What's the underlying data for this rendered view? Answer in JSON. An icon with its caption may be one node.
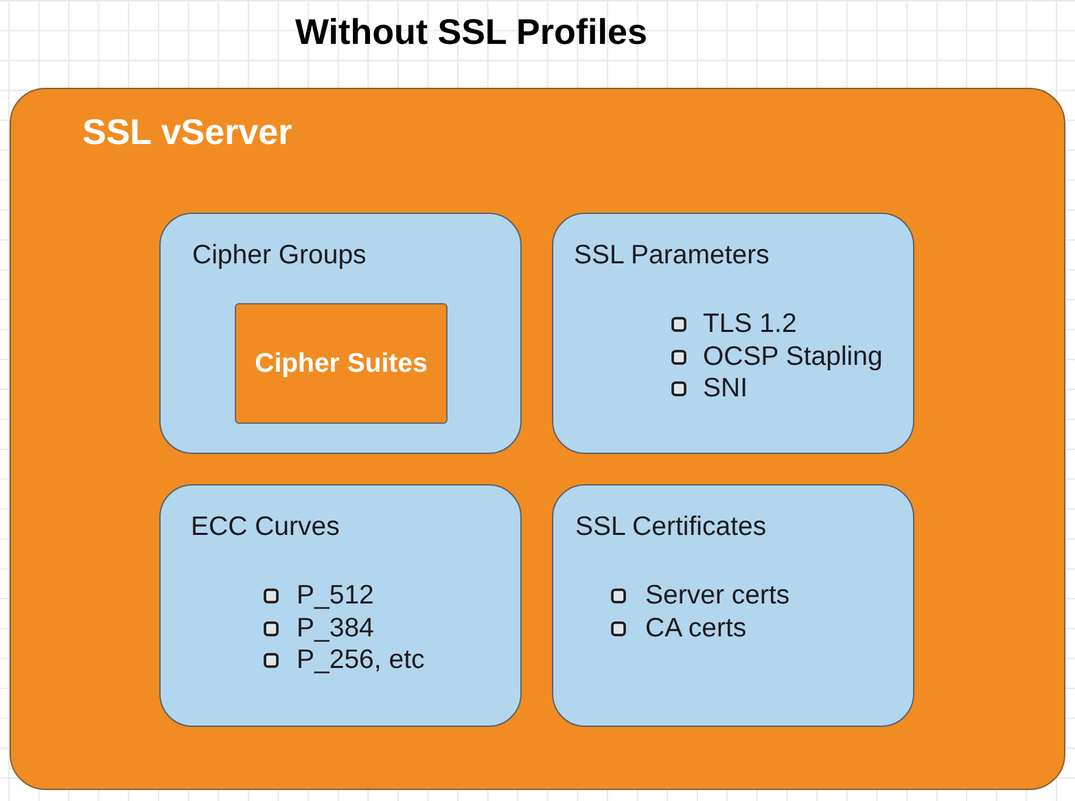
{
  "diagram": {
    "title": "Without SSL Profiles",
    "nodes": [
      {
        "text": [
          "SSL vServer"
        ]
      },
      {
        "text": [
          "Cipher Groups"
        ],
        "in": 0
      },
      {
        "text": [
          "Cipher Suites"
        ],
        "in": 1
      },
      {
        "text": [
          "SSL Parameters",
          "TLS 1.2",
          "OCSP Stapling",
          "SNI"
        ],
        "in": 0
      },
      {
        "text": [
          "ECC Curves",
          "P_512",
          "P_384",
          "P_256, etc"
        ],
        "in": 0
      },
      {
        "text": [
          "SSL Certificates",
          "Server certs",
          "CA certs"
        ],
        "in": 0
      }
    ]
  }
}
